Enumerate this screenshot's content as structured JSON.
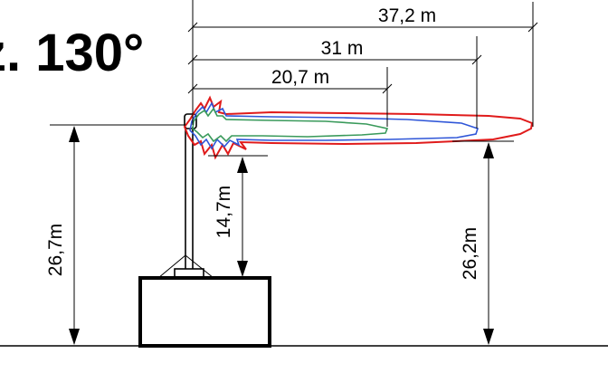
{
  "title": "z. 130°",
  "dimensions": {
    "reach_red": "37,2 m",
    "reach_blue": "31 m",
    "reach_green": "20,7 m",
    "height_nozzle": "26,7m",
    "height_bottom": "14,7m",
    "height_end": "26,2m"
  },
  "colors": {
    "red": "#e01b1b",
    "blue": "#2f56d8",
    "green": "#3a9a5b",
    "line": "#000000"
  }
}
